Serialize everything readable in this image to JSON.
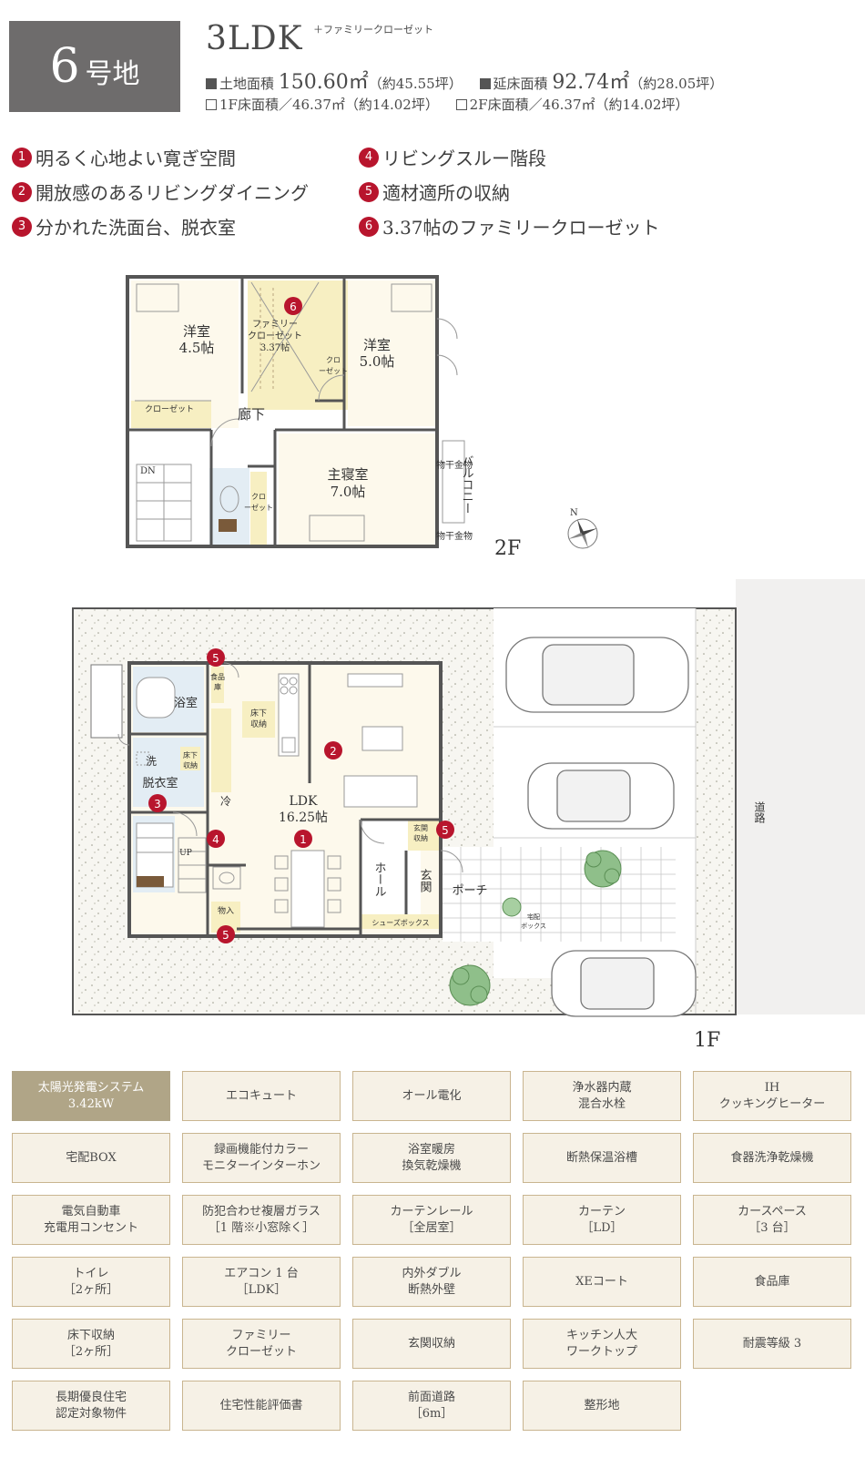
{
  "header": {
    "lot_number": "6",
    "lot_suffix": "号地",
    "layout": "3LDK",
    "layout_extra": "＋ファミリークローゼット",
    "land_area_label": "土地面積",
    "land_area_value": "150.60㎡",
    "land_area_tsubo": "（約45.55坪）",
    "floor_area_label": "延床面積",
    "floor_area_value": "92.74㎡",
    "floor_area_tsubo": "（約28.05坪）",
    "f1_area": "1F床面積／46.37㎡（約14.02坪）",
    "f2_area": "2F床面積／46.37㎡（約14.02坪）"
  },
  "features": [
    {
      "no": "1",
      "text": "明るく心地よい寛ぎ空間"
    },
    {
      "no": "2",
      "text": "開放感のあるリビングダイニング"
    },
    {
      "no": "3",
      "text": "分かれた洗面台、脱衣室"
    },
    {
      "no": "4",
      "text": "リビングスルー階段"
    },
    {
      "no": "5",
      "text": "適材適所の収納"
    },
    {
      "no": "6",
      "text": "3.37帖のファミリークローゼット"
    }
  ],
  "floor2": {
    "label": "2F",
    "room_west": "洋室",
    "room_west_size": "4.5帖",
    "closet_west": "クローゼット",
    "family_closet_1": "ファミリー",
    "family_closet_2": "クローゼット",
    "family_closet_size": "3.37帖",
    "closet_v1": "クロ",
    "closet_v2": "ーゼット",
    "room_east": "洋室",
    "room_east_size": "5.0帖",
    "hall": "廊下",
    "master": "主寝室",
    "master_size": "7.0帖",
    "closet_master_1": "クロ",
    "closet_master_2": "ーゼット",
    "dn": "DN",
    "balcony": "バルコニー",
    "drying_1": "物干金物",
    "drying_2": "物干金物",
    "compass_n": "N",
    "marker": "6"
  },
  "floor1": {
    "label": "1F",
    "bath": "浴室",
    "pantry_1": "食品",
    "pantry_2": "庫",
    "underfloor_1": "床下",
    "underfloor_2": "収納",
    "wash": "洗",
    "underfloor_b1": "床下",
    "underfloor_b2": "収納",
    "dressing": "脱衣室",
    "fridge": "冷",
    "ldk": "LDK",
    "ldk_size": "16.25帖",
    "up": "UP",
    "storage": "物入",
    "hall_v": "ホール",
    "entrance_v": "玄関",
    "entrance_storage_1": "玄関",
    "entrance_storage_2": "収納",
    "porch": "ポーチ",
    "shoes_box": "シューズボックス",
    "delivery_1": "宅配",
    "delivery_2": "ボックス",
    "road": "道路",
    "m1": "1",
    "m2": "2",
    "m3": "3",
    "m4": "4",
    "m5a": "5",
    "m5b": "5",
    "m5c": "5"
  },
  "specs": [
    {
      "text": "太陽光発電システム\n3.42kW",
      "highlight": true
    },
    {
      "text": "エコキュート"
    },
    {
      "text": "オール電化"
    },
    {
      "text": "浄水器内蔵\n混合水栓"
    },
    {
      "text": "IH\nクッキングヒーター"
    },
    {
      "text": "宅配BOX"
    },
    {
      "text": "録画機能付カラー\nモニターインターホン"
    },
    {
      "text": "浴室暖房\n換気乾燥機"
    },
    {
      "text": "断熱保温浴槽"
    },
    {
      "text": "食器洗浄乾燥機"
    },
    {
      "text": "電気自動車\n充電用コンセント"
    },
    {
      "text": "防犯合わせ複層ガラス\n［1 階※小窓除く］"
    },
    {
      "text": "カーテンレール\n［全居室］"
    },
    {
      "text": "カーテン\n［LD］"
    },
    {
      "text": "カースペース\n［3 台］"
    },
    {
      "text": "トイレ\n［2ヶ所］"
    },
    {
      "text": "エアコン 1 台\n［LDK］"
    },
    {
      "text": "内外ダブル\n断熱外壁"
    },
    {
      "text": "XEコート"
    },
    {
      "text": "食品庫"
    },
    {
      "text": "床下収納\n［2ヶ所］"
    },
    {
      "text": "ファミリー\nクローゼット"
    },
    {
      "text": "玄関収納"
    },
    {
      "text": "キッチン人大\nワークトップ"
    },
    {
      "text": "耐震等級 3"
    },
    {
      "text": "長期優良住宅\n認定対象物件"
    },
    {
      "text": "住宅性能評価書"
    },
    {
      "text": "前面道路\n［6m］"
    },
    {
      "text": "整形地"
    }
  ],
  "colors": {
    "accent_red": "#b8152d",
    "badge_gray": "#6e6c6c",
    "closet_yellow": "#f7efc2",
    "room_cream": "#fdf9ec",
    "wet_blue": "#e3edf4",
    "spec_highlight": "#b0a587"
  }
}
